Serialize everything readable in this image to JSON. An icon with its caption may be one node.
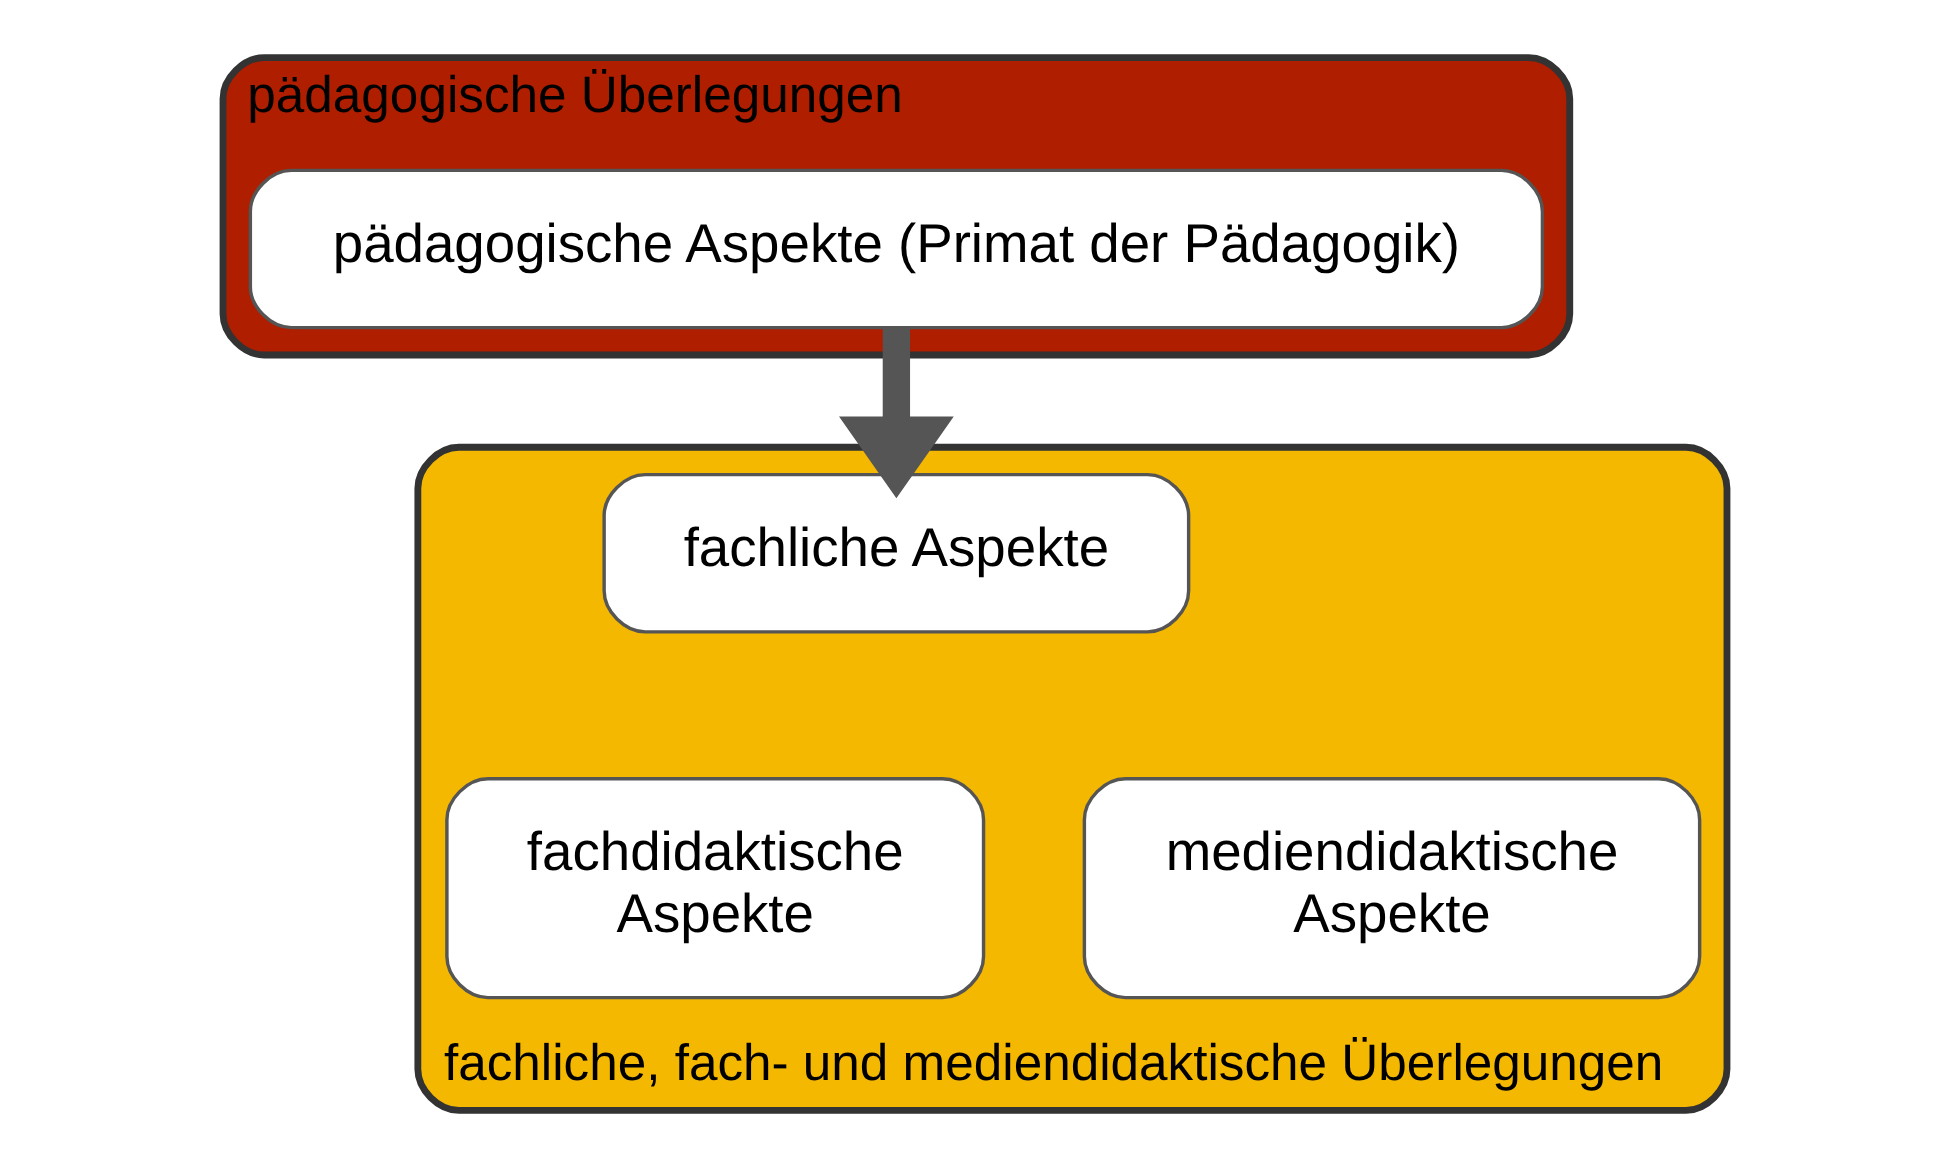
{
  "diagram": {
    "nodes": [
      {
        "text": [
          "pädagogische Überlegungen"
        ]
      },
      {
        "text": [
          "pädagogische Aspekte (Primat der Pädagogik)"
        ],
        "in": 0
      },
      {
        "text": [
          "fachliche, fach- und mediendidaktische Überlegungen"
        ]
      },
      {
        "text": [
          "fachliche Aspekte"
        ],
        "in": 2
      },
      {
        "text": [
          "fachdidaktische Aspekte"
        ],
        "in": 2
      },
      {
        "text": [
          "mediendidaktische Aspekte"
        ],
        "in": 2
      }
    ],
    "edges": [
      {
        "from": 1,
        "to": 3,
        "arrow": "to"
      }
    ]
  }
}
